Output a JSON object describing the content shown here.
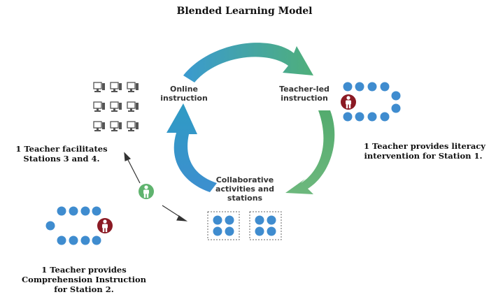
{
  "title": "Blended Learning Model",
  "cycle": {
    "online": [
      "Online",
      "instruction"
    ],
    "teacher_led": [
      "Teacher-led",
      "instruction"
    ],
    "collaborative": [
      "Collaborative",
      "activities and",
      "stations"
    ]
  },
  "notes": {
    "left": [
      "1 Teacher facilitates",
      "Stations 3 and 4."
    ],
    "right": [
      "1 Teacher provides literacy",
      "intervention for Station 1."
    ],
    "bottom": [
      "1 Teacher provides",
      "Comprehension Instruction",
      "for Station 2."
    ]
  },
  "colors": {
    "blue": "#2f93c9",
    "green": "#58ab6f",
    "seat": "#3f8ccf",
    "teacher": "#8b1a24",
    "computer": "#555555"
  }
}
